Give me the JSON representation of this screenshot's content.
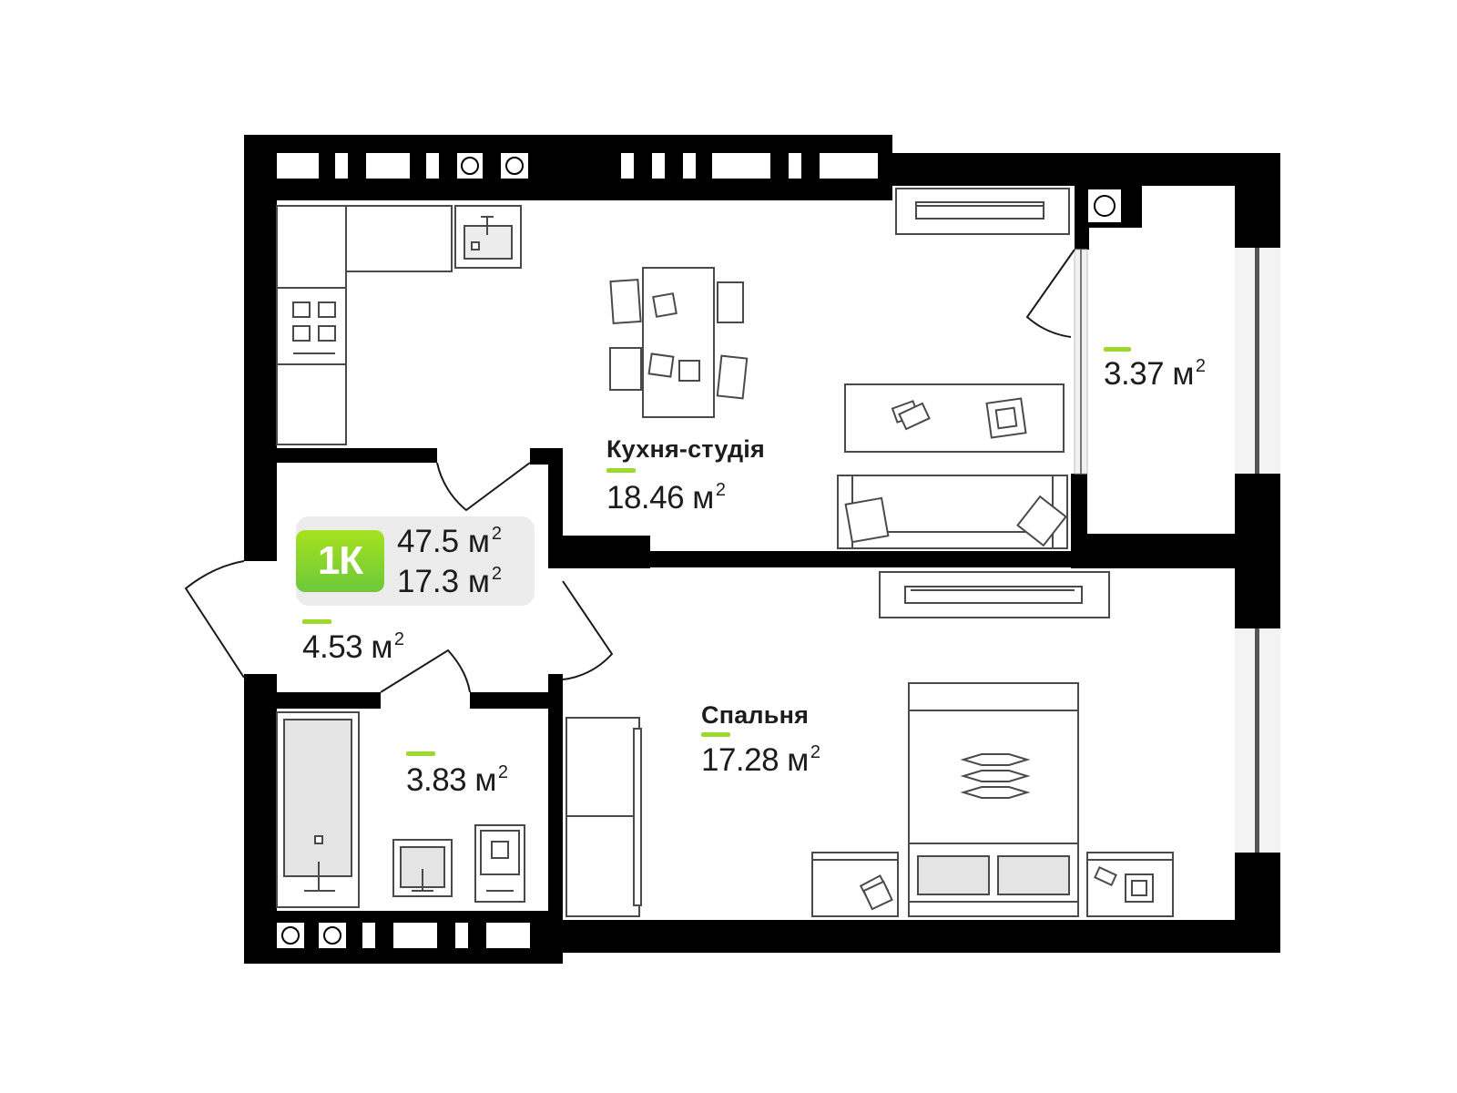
{
  "colors": {
    "wall": "#000000",
    "accent": "#9bd92a",
    "badge_gradient_top": "#a6e21f",
    "badge_gradient_bottom": "#6dc83a",
    "furniture_stroke": "#4a4a4a",
    "furniture_fill": "#e4e4e4",
    "card": "#ececec"
  },
  "unit": {
    "type_label": "1К",
    "total_area": "47.5 м",
    "living_area": "17.3 м",
    "sup": "2"
  },
  "rooms": {
    "kitchen": {
      "name": "Кухня-студія",
      "area": "18.46 м",
      "sup": "2"
    },
    "balcony": {
      "area": "3.37 м",
      "sup": "2"
    },
    "hall": {
      "area": "4.53 м",
      "sup": "2"
    },
    "bathroom": {
      "area": "3.83 м",
      "sup": "2"
    },
    "bedroom": {
      "name": "Спальня",
      "area": "17.28 м",
      "sup": "2"
    }
  }
}
